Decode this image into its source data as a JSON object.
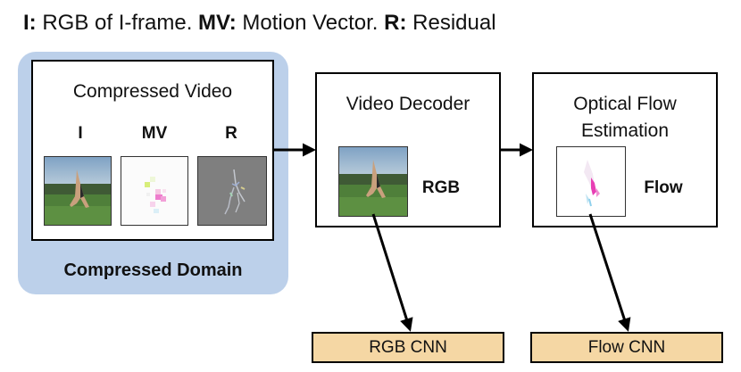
{
  "caption": {
    "i_key": "I:",
    "i_text": " RGB of I-frame. ",
    "mv_key": "MV:",
    "mv_text": " Motion Vector. ",
    "r_key": "R:",
    "r_text": " Residual"
  },
  "compressed": {
    "title": "Compressed Video",
    "labels": [
      "I",
      "MV",
      "R"
    ],
    "domain_label": "Compressed Domain"
  },
  "decoder": {
    "title": "Video Decoder",
    "thumb_label": "RGB"
  },
  "flow": {
    "title_line1": "Optical Flow",
    "title_line2": "Estimation",
    "thumb_label": "Flow"
  },
  "outputs": {
    "rgb_cnn": "RGB CNN",
    "flow_cnn": "Flow CNN"
  },
  "colors": {
    "domain_bg": "#bcd0ea",
    "cnn_fill": "#f5d7a4"
  }
}
